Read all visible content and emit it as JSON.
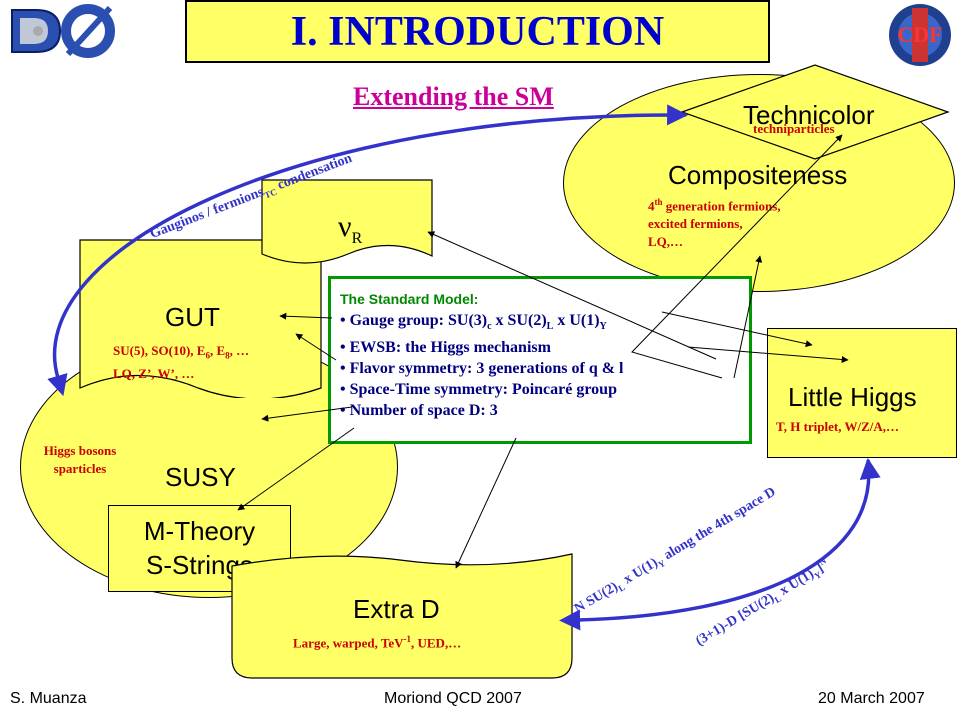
{
  "title": "I. INTRODUCTION",
  "subtitle": "Extending the SM",
  "logos": {
    "left": "D0 logo",
    "right": "CDF"
  },
  "nodes": {
    "technicolor": {
      "label": "Technicolor",
      "detail": "techniparticles"
    },
    "compositeness": {
      "label": "Compositeness",
      "details": [
        "4th generation fermions,",
        "excited fermions,",
        "LQ,…"
      ]
    },
    "nu_r": {
      "label": "ν",
      "subscript": "R"
    },
    "gut": {
      "label": "GUT",
      "details": [
        "SU(5), SO(10), E6, E8, …",
        "LQ, Z’, W’, …"
      ]
    },
    "susy": {
      "label": "SUSY",
      "details": [
        "Higgs bosons",
        "sparticles"
      ]
    },
    "mtheory": {
      "lines": [
        "M-Theory",
        "S-Strings"
      ]
    },
    "extra_d": {
      "label": "Extra D",
      "detail": "Large, warped, TeV-1, UED,…"
    },
    "little_higgs": {
      "label": "Little Higgs",
      "detail": "T, H triplet, W/Z/A,…"
    }
  },
  "standard_model": {
    "title": "The Standard Model:",
    "items": [
      "Gauge group: SU(3)c x SU(2)L x U(1)Y",
      "EWSB: the Higgs mechanism",
      "Flavor symmetry: 3 generations of q & l",
      "Space-Time symmetry: Poincaré group",
      "Number of space D: 3"
    ]
  },
  "curves": {
    "gauginos": "Gauginos / fermionsTC condensation",
    "n_su2": "N SU(2)L x U(1)Y along the 4th space D",
    "three_plus_one": "(3+1)-D [SU(2)L x U(1)Y]N"
  },
  "footer": {
    "author": "S. Muanza",
    "conference": "Moriond QCD 2007",
    "date": "20 March 2007"
  },
  "colors": {
    "yellow": "#ffff66",
    "title_blue": "#0000cc",
    "subtitle_magenta": "#cc0099",
    "detail_red": "#cc0000",
    "sm_green": "#009900",
    "sm_text": "#000080",
    "arc_blue": "#3333cc"
  }
}
